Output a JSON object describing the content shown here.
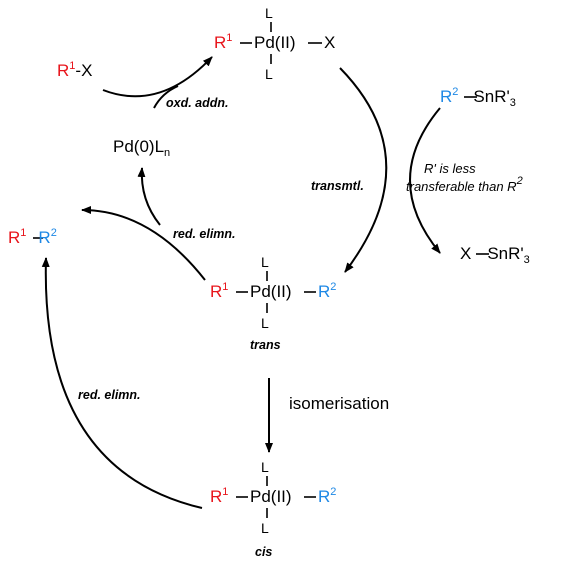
{
  "species": {
    "oxd_product": {
      "r1": "R",
      "r1_sup": "1",
      "metal": "Pd(II)",
      "x": "X",
      "ligand": "L"
    },
    "r1x": {
      "r": "R",
      "sup": "1",
      "rest": "-X"
    },
    "pd0": {
      "text": "Pd(0)L",
      "sub": "n"
    },
    "stannane": {
      "r2": "R",
      "r2_sup": "2",
      "rest": "SnR'",
      "sub": "3"
    },
    "byproduct": {
      "x": "X",
      "rest": "SnR'",
      "sub": "3"
    },
    "product": {
      "r1": "R",
      "r1_sup": "1",
      "r2": "R",
      "r2_sup": "2"
    },
    "trans_complex": {
      "r1": "R",
      "r1_sup": "1",
      "metal": "Pd(II)",
      "r2": "R",
      "r2_sup": "2",
      "ligand": "L"
    },
    "cis_complex": {
      "r1": "R",
      "r1_sup": "1",
      "metal": "Pd(II)",
      "r2": "R",
      "r2_sup": "2",
      "ligand": "L"
    }
  },
  "labels": {
    "oxd_addn": "oxd. addn.",
    "transmtl": "transmtl.",
    "red_elimn_top": "red. elimn.",
    "red_elimn_left": "red. elimn.",
    "isomerisation": "isomerisation",
    "trans": "trans",
    "cis": "cis",
    "note_line1": "R' is less",
    "note_line2_prefix": "transferable than R",
    "note_line2_sup": "2"
  },
  "colors": {
    "r1": "#e8141b",
    "r2": "#1e88e5",
    "ink": "#000000"
  }
}
